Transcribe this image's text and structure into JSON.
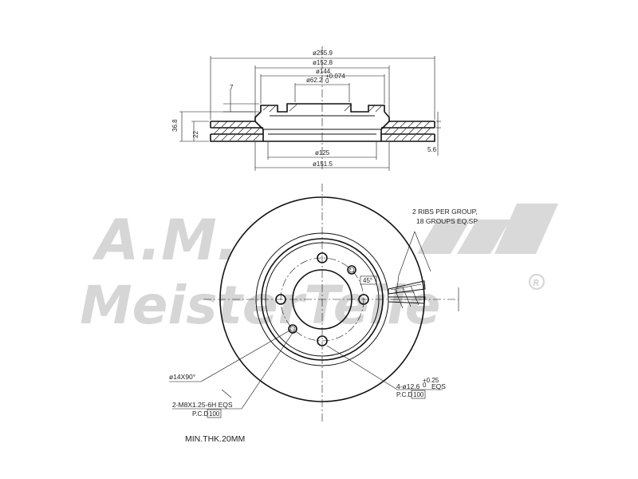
{
  "watermark": {
    "script_text": "A.M.",
    "brand_text": "MeisterTeile",
    "registered_mark": "R",
    "color": "#d6d6d6"
  },
  "section_view": {
    "dims": {
      "outer_diameter": "ø255.9",
      "d152_8": "ø152.8",
      "d144": "ø144",
      "hub_bore": "ø62.2",
      "hub_bore_tol_upper": "+0.074",
      "hub_bore_tol_lower": "0",
      "flange_height": "7",
      "total_height": "36.8",
      "disc_thickness": "22",
      "d125": "ø125",
      "d151_5": "ø151.5",
      "plate_thickness": "5.6"
    }
  },
  "front_view": {
    "ribs_note_line1": "2 RIBS PER GROUP,",
    "ribs_note_line2": "18 GROUPS EQ.SP",
    "rib_angle": "45°",
    "chamfer": "ø14X90°",
    "thread_callout": "2-M8X1.25-6H EQS",
    "thread_pcd_label": "P.C.D",
    "thread_pcd_value": "100",
    "bolt_callout_main": "4-ø12.6",
    "bolt_callout_tol_upper": "+0.25",
    "bolt_callout_tol_lower": "0",
    "bolt_callout_suffix": "EQS",
    "bolt_pcd_label": "P.C.D",
    "bolt_pcd_value": "100"
  },
  "min_thickness_note": "MIN.THK.20MM",
  "colors": {
    "line": "#111111",
    "background": "#ffffff"
  }
}
